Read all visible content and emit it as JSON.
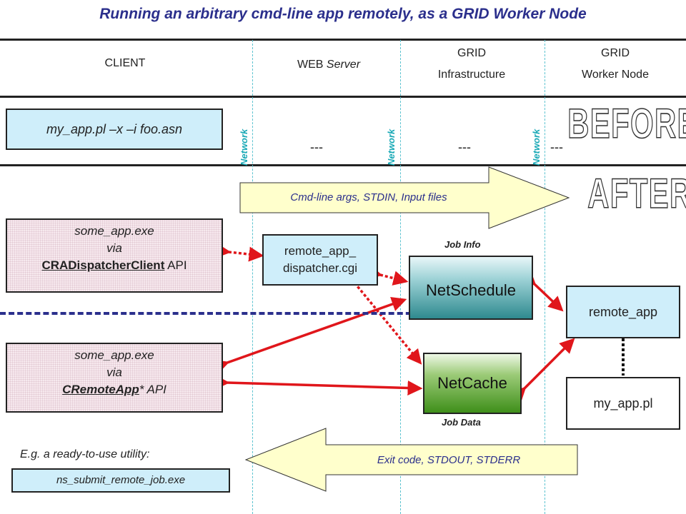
{
  "title": "Running an arbitrary cmd-line app remotely, as a GRID Worker Node",
  "columns": {
    "client": "CLIENT",
    "web_server_1": "WEB",
    "web_server_2": "Server",
    "grid_infra_1": "GRID",
    "grid_infra_2": "Infrastructure",
    "grid_worker_1": "GRID",
    "grid_worker_2": "Worker Node"
  },
  "network_label": "Network",
  "before": {
    "label": "BEFORE",
    "command": "my_app.pl –x –i foo.asn",
    "placeholder": "---"
  },
  "after": {
    "label": "AFTER",
    "input_arrow_text": "Cmd-line args,  STDIN,  Input files",
    "output_arrow_text": "Exit code,  STDOUT,  STDERR",
    "client_app1": {
      "line1": "some_app.exe",
      "line2": "via",
      "api": "CRADispatcherClient",
      "api_suffix": " API"
    },
    "client_app2": {
      "line1": "some_app.exe",
      "line2": "via",
      "api": "CRemoteApp",
      "api_suffix": "*  API"
    },
    "dispatcher": {
      "line1": "remote_app_",
      "line2": "dispatcher.cgi"
    },
    "netschedule": "NetSchedule",
    "netcache": "NetCache",
    "job_info": "Job Info",
    "job_data": "Job Data",
    "remote_app": "remote_app",
    "my_app": "my_app.pl",
    "utility_note": "E.g. a ready-to-use utility:",
    "utility": "ns_submit_remote_job.exe"
  },
  "colors": {
    "title": "#2b2f8c",
    "network": "#1aa9b6",
    "arrow_red": "#e0161b",
    "netschedule_teal": "#2f8a8f",
    "netcache_green": "#3f8f1a",
    "banner_yellow": "#ffffcc"
  }
}
